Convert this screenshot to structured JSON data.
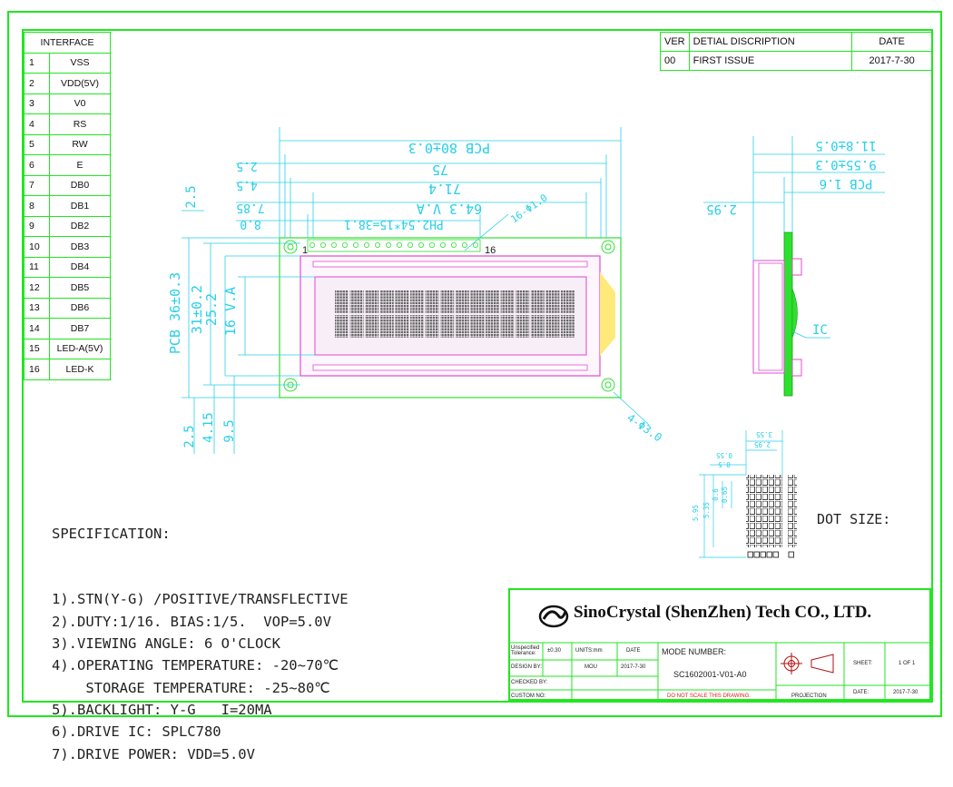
{
  "interface": {
    "header": "INTERFACE",
    "pins": [
      {
        "n": "1",
        "name": "VSS"
      },
      {
        "n": "2",
        "name": "VDD(5V)"
      },
      {
        "n": "3",
        "name": "V0"
      },
      {
        "n": "4",
        "name": "RS"
      },
      {
        "n": "5",
        "name": "RW"
      },
      {
        "n": "6",
        "name": "E"
      },
      {
        "n": "7",
        "name": "DB0"
      },
      {
        "n": "8",
        "name": "DB1"
      },
      {
        "n": "9",
        "name": "DB2"
      },
      {
        "n": "10",
        "name": "DB3"
      },
      {
        "n": "11",
        "name": "DB4"
      },
      {
        "n": "12",
        "name": "DB5"
      },
      {
        "n": "13",
        "name": "DB6"
      },
      {
        "n": "14",
        "name": "DB7"
      },
      {
        "n": "15",
        "name": "LED-A(5V)"
      },
      {
        "n": "16",
        "name": "LED-K"
      }
    ]
  },
  "version": {
    "headers": {
      "ver": "VER",
      "desc": "DETIAL DISCRIPTION",
      "date": "DATE"
    },
    "row": {
      "ver": "00",
      "desc": "FIRST ISSUE",
      "date": "2017-7-30"
    }
  },
  "front_view": {
    "pcb_width": "PCB 80±0.3",
    "dim_75": "75",
    "dim_71_4": "71.4",
    "dim_64_3": "64.3 V.A",
    "pitch": "PH2.54*15=38.1",
    "dim_7_85": "7.85",
    "dim_8_0": "8.0",
    "dim_4_5": "4.5",
    "dim_2_5_top": "2.5",
    "dim_2_5_left": "2.5",
    "pcb_height": "PCB 36±0.3",
    "dim_31": "31±0.2",
    "dim_25_2": "25.2",
    "dim_16va": "16 V.A",
    "dim_2_5_bottom": "2.5",
    "dim_4_15": "4.15",
    "dim_9_5": "9.5",
    "pin_hole": "16-Φ1.0",
    "mount_hole": "4-Φ3.0",
    "pin_first": "1",
    "pin_last": "16"
  },
  "side_view": {
    "dim_11_8": "11.8±0.5",
    "dim_9_55": "9.55±0.3",
    "pcb_thk": "PCB 1.6",
    "dim_2_95": "2.95",
    "ic_label": "IC"
  },
  "dot_detail": {
    "label": "DOT SIZE:",
    "dim_a": "3.55",
    "dim_b": "2.95",
    "dim_c": "0.55",
    "dim_d": "0.5",
    "dim_e": "5.95",
    "dim_f": "5.35",
    "dim_g": "0.6",
    "dim_h": "0.65"
  },
  "specification": {
    "title": "SPECIFICATION:",
    "lines": [
      "1).STN(Y-G) /POSITIVE/TRANSFLECTIVE",
      "2).DUTY:1/16. BIAS:1/5.  VOP=5.0V",
      "3).VIEWING ANGLE: 6 O'CLOCK",
      "4).OPERATING TEMPERATURE: -20~70℃",
      "    STORAGE TEMPERATURE: -25~80℃",
      "5).BACKLIGHT: Y-G   I=20MA",
      "6).DRIVE IC: SPLC780",
      "7).DRIVE POWER: VDD=5.0V"
    ]
  },
  "title_block": {
    "company": "SinoCrystal (ShenZhen) Tech CO., LTD.",
    "tolerance_label": "Unspecified Tolerance:",
    "tolerance": "±0.30",
    "units_label": "UNITS:mm",
    "date_label": "DATE",
    "design_label": "DESIGN  BY:",
    "designer": "MOU",
    "design_date": "2017-7-30",
    "checked_label": "CHECKED  BY:",
    "custom_label": "CUSTOM NO:",
    "model_label": "MODE NUMBER:",
    "model": "SC1602001-V01-A0",
    "warning": "DO NOT SCALE THIS DRAWING.",
    "projection": "PROJECTION",
    "sheet_label": "SHEET:",
    "sheet": "1 OF 1",
    "date2_label": "DATE:",
    "date2": "2017-7-30"
  },
  "colors": {
    "border": "#22e622",
    "dimension": "#29cfe8",
    "lcd_outline": "#e04bd0",
    "lcd_glass": "#f6eaf6",
    "pcb": "#2ee02e",
    "warning": "#e02020"
  }
}
